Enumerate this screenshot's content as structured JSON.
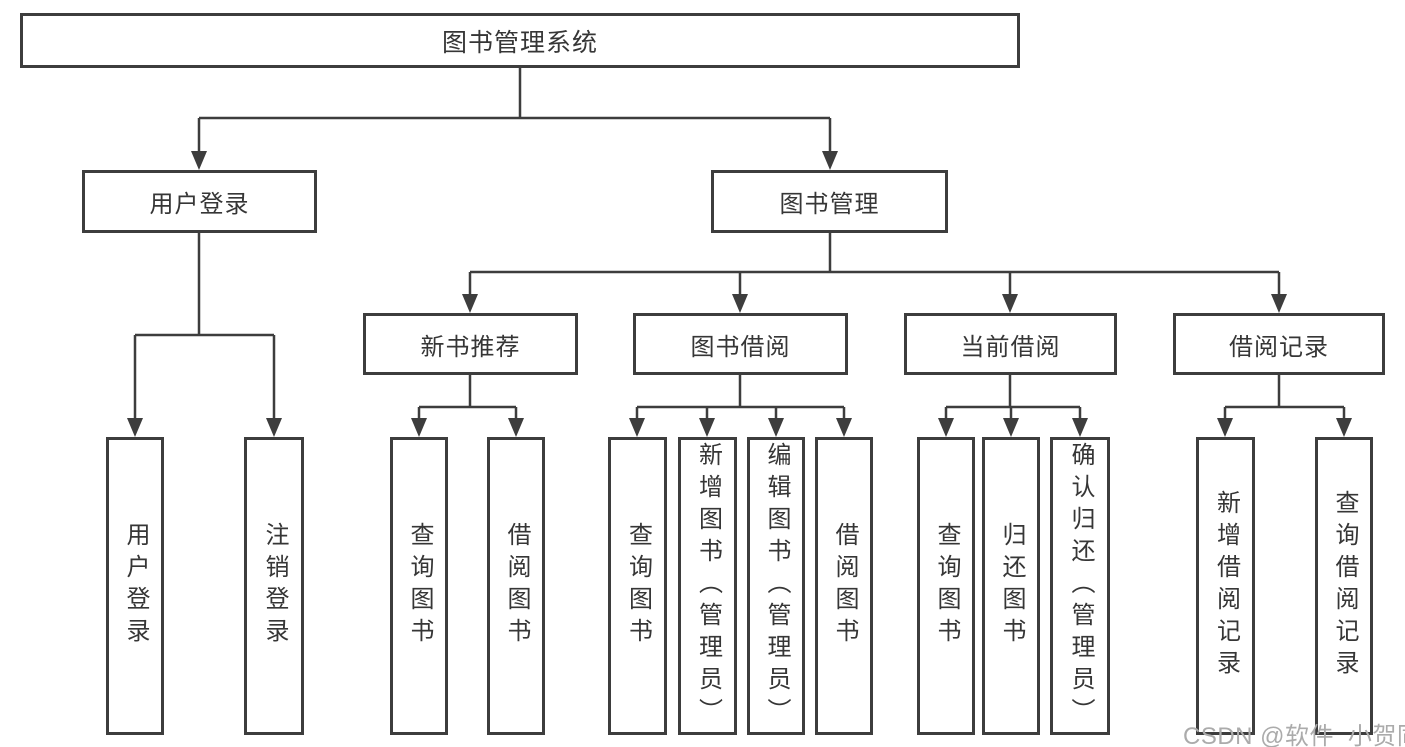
{
  "nodes": {
    "root": "图书管理系统",
    "level2": {
      "user_login": "用户登录",
      "book_mgmt": "图书管理"
    },
    "level3": {
      "new_book_rec": "新书推荐",
      "book_borrow": "图书借阅",
      "current_borrow": "当前借阅",
      "borrow_records": "借阅记录"
    },
    "leaves": [
      "用户登录",
      "注销登录",
      "查询图书",
      "借阅图书",
      "查询图书",
      "新增图书（管理员）",
      "编辑图书（管理员）",
      "借阅图书",
      "查询图书",
      "归还图书",
      "确认归还（管理员）",
      "新增借阅记录",
      "查询借阅记录"
    ]
  },
  "watermark": "CSDN @软件_小贺同学",
  "colors": {
    "background": "#ffffff",
    "border": "#3d3d3d",
    "line": "#3d3d3d",
    "text": "#363636",
    "watermark": "#ababab"
  }
}
